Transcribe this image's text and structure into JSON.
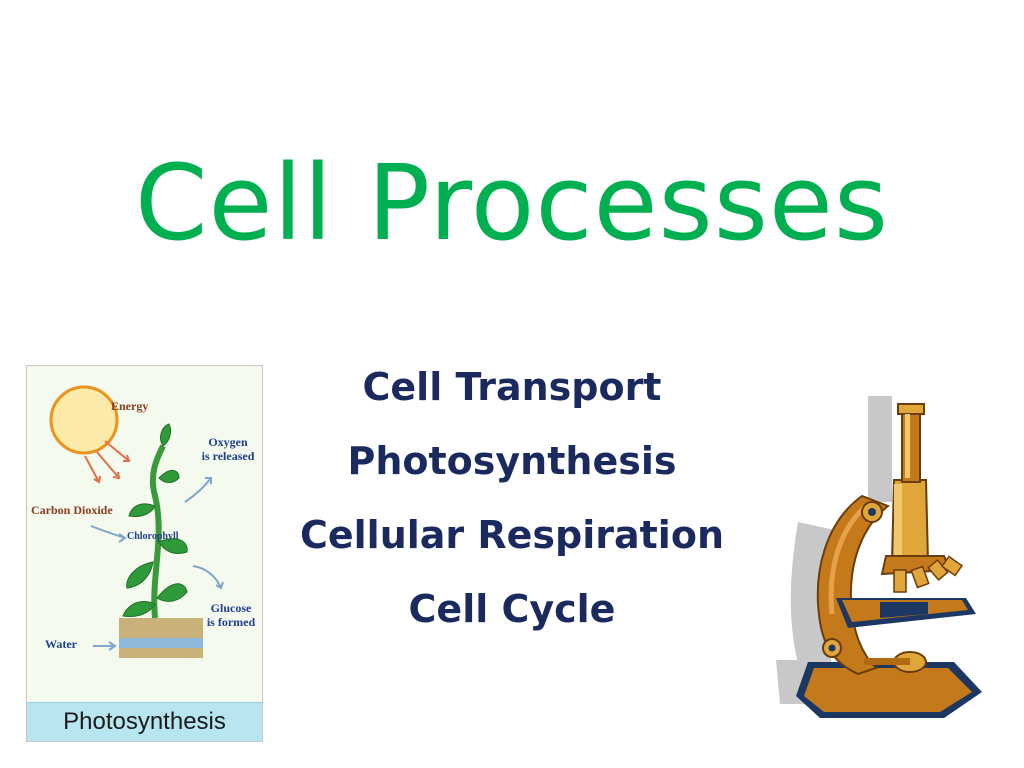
{
  "slide": {
    "title": "Cell Processes",
    "topics": [
      "Cell Transport",
      "Photosynthesis",
      "Cellular Respiration",
      "Cell Cycle"
    ]
  },
  "diagram": {
    "caption": "Photosynthesis",
    "labels": {
      "energy": "Energy",
      "oxygen_1": "Oxygen",
      "oxygen_2": "is released",
      "carbon_dioxide": "Carbon Dioxide",
      "chlorophyll": "Chlorophyll",
      "glucose_1": "Glucose",
      "glucose_2": "is formed",
      "water": "Water"
    }
  },
  "colors": {
    "title": "#00b050",
    "topics": "#1b2a5e",
    "caption_band": "#b7e6f1"
  },
  "icons": {
    "diagram": "photosynthesis-illustration",
    "clipart": "microscope-icon"
  }
}
